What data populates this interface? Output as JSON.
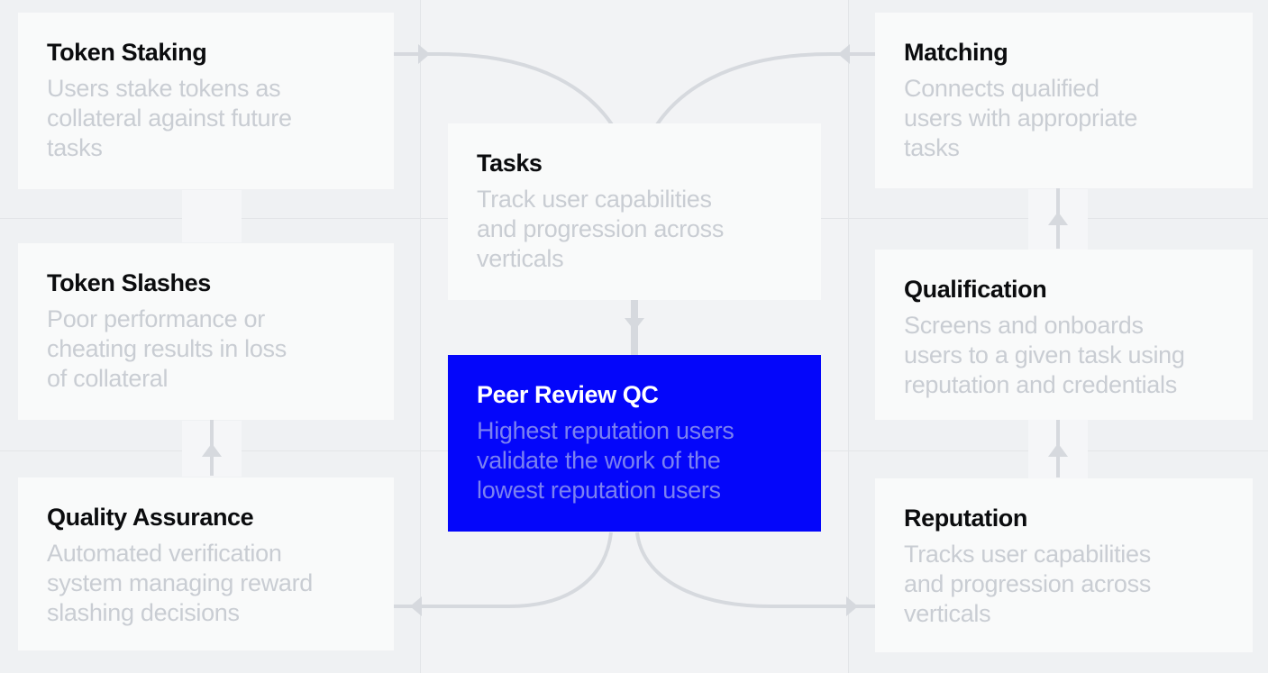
{
  "theme": {
    "page_bg": "#eff1f3",
    "column_band_bg": "#f2f3f5",
    "card_bg": "#f9fafa",
    "accent_blue": "#0406fa",
    "connector": "#d6d9de",
    "grid_line": "#e3e5e8",
    "mask": "#f5f6f8",
    "title_text": "#0b0c0e",
    "desc_text": "#c9cdd3",
    "blue_title_text": "#ffffff",
    "blue_desc_text": "#7b81f1"
  },
  "cards": {
    "token_staking": {
      "title": "Token Staking",
      "lines": [
        "Users stake tokens as",
        "collateral against future",
        "tasks"
      ]
    },
    "token_slashes": {
      "title": "Token Slashes",
      "lines": [
        "Poor performance or",
        "cheating results in loss",
        "of collateral"
      ]
    },
    "quality_assurance": {
      "title": "Quality Assurance",
      "lines": [
        "Automated verification",
        "system managing reward",
        "slashing decisions"
      ]
    },
    "tasks": {
      "title": "Tasks",
      "lines": [
        "Track user capabilities",
        "and progression across",
        "verticals"
      ]
    },
    "peer_review_qc": {
      "title": "Peer Review QC",
      "lines": [
        "Highest reputation users",
        "validate the work of the",
        "lowest reputation users"
      ]
    },
    "matching": {
      "title": "Matching",
      "lines": [
        "Connects qualified",
        "users with appropriate",
        "tasks"
      ]
    },
    "qualification": {
      "title": "Qualification",
      "lines": [
        "Screens and onboards",
        "users to a given task using",
        "reputation and credentials"
      ]
    },
    "reputation": {
      "title": "Reputation",
      "lines": [
        "Tracks user capabilities",
        "and progression across",
        "verticals"
      ]
    }
  }
}
